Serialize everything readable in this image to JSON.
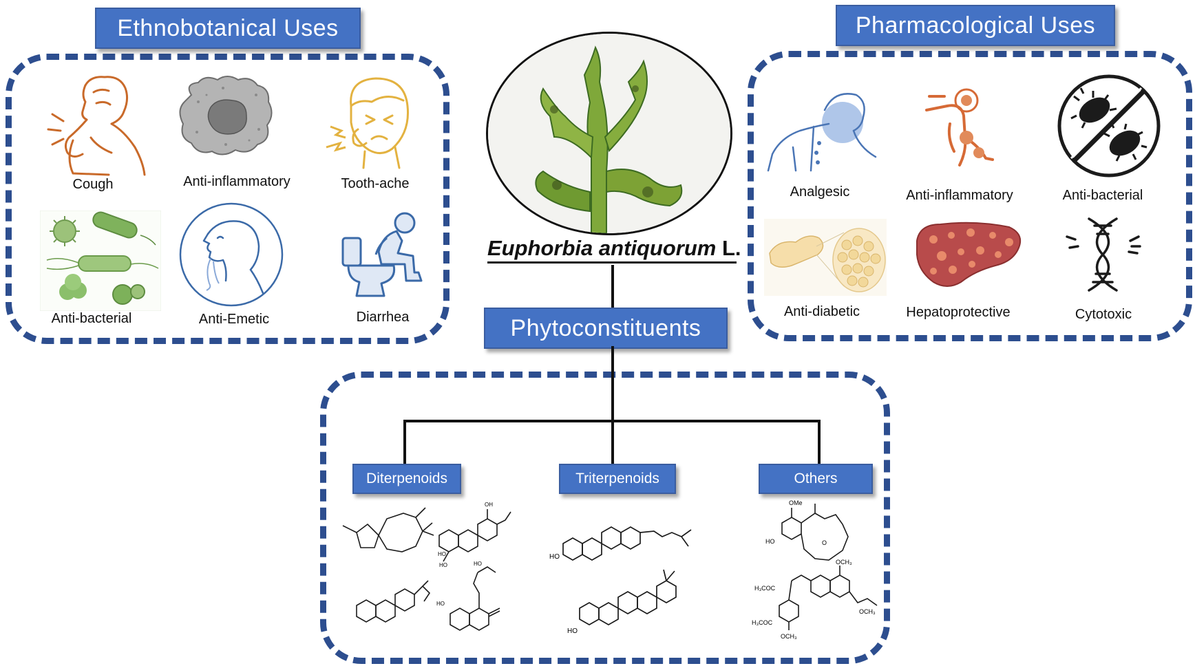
{
  "ethnobotanical": {
    "title": "Ethnobotanical Uses",
    "items": [
      "Cough",
      "Anti-inflammatory",
      "Tooth-ache",
      "Anti-bacterial",
      "Anti-Emetic",
      "Diarrhea"
    ]
  },
  "pharmacological": {
    "title": "Pharmacological Uses",
    "items": [
      "Analgesic",
      "Anti-inflammatory",
      "Anti-bacterial",
      "Anti-diabetic",
      "Hepatoprotective",
      "Cytotoxic"
    ]
  },
  "plant": {
    "name_italic": "Euphorbia antiquorum",
    "name_author": " L."
  },
  "phyto": {
    "title": "Phytoconstituents",
    "classes": [
      "Diterpenoids",
      "Triterpenoids",
      "Others"
    ]
  },
  "structure_labels": {
    "hydroxyl": "HO",
    "oh": "OH",
    "ome": "OMe",
    "och3": "OCH₃",
    "h3coc": "H₃COC",
    "o": "O"
  },
  "colors": {
    "box_border": "#2d4e8f",
    "title_fill": "#4472c4",
    "icon_orange": "#c96a2a",
    "icon_blue": "#3b6aa8",
    "icon_gold": "#e3b240",
    "icon_green": "#7ab05a"
  }
}
